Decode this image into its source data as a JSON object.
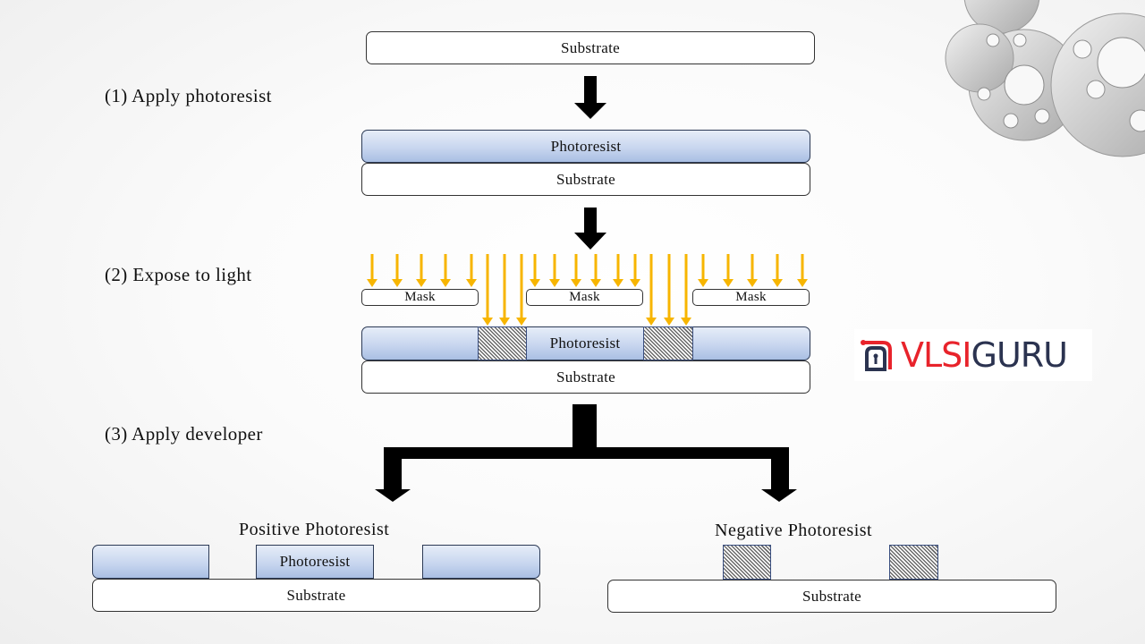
{
  "steps": {
    "step1": "(1) Apply photoresist",
    "step2": "(2) Expose to light",
    "step3": "(3) Apply developer"
  },
  "layers": {
    "substrate": "Substrate",
    "photoresist": "Photoresist",
    "mask": "Mask"
  },
  "results": {
    "positive_title": "Positive Photoresist",
    "negative_title": "Negative Photoresist"
  },
  "logo": {
    "part1": "VLSI",
    "part2": "GURU"
  },
  "colors": {
    "light_arrow": "#f7b500",
    "logo_red": "#e8232b",
    "logo_navy": "#2b3350",
    "photoresist_fill": "#c8d6ef"
  }
}
